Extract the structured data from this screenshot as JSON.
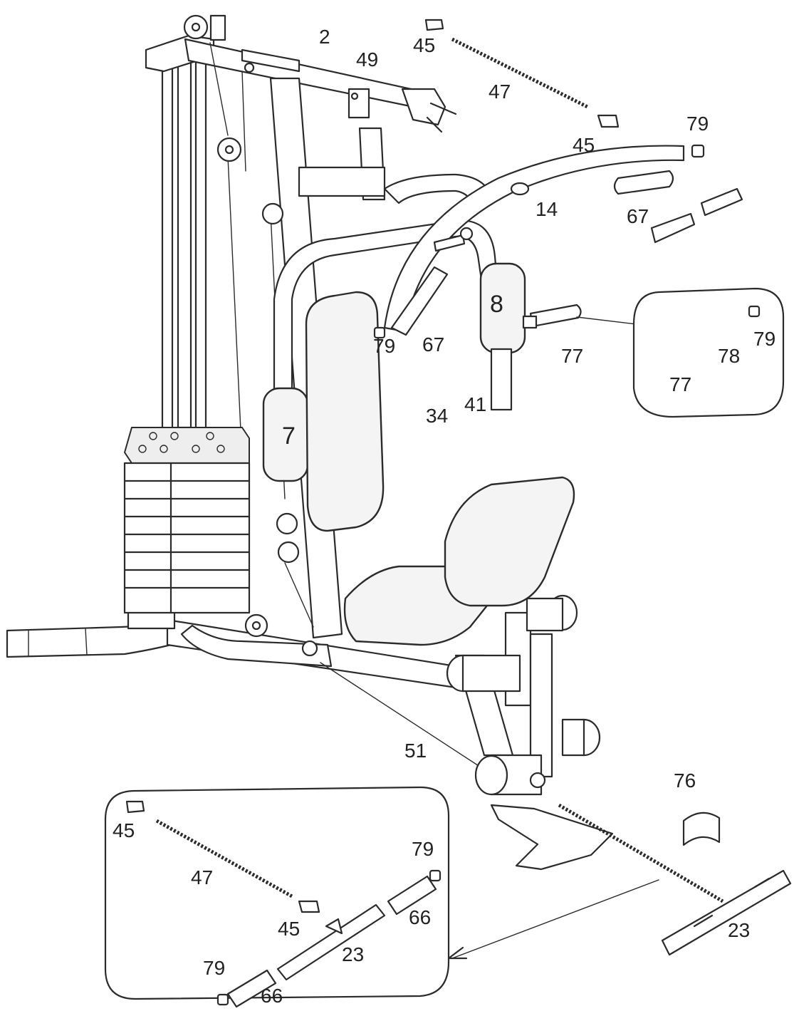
{
  "labels": {
    "p2": "2",
    "p45_top": "45",
    "p49": "49",
    "p47_top": "47",
    "p79_top": "79",
    "p45_mid": "45",
    "p14": "14",
    "p67_right": "67",
    "p8": "8",
    "p79_callout": "79",
    "p78": "78",
    "p77_callout": "77",
    "p79_center": "79",
    "p67_center": "67",
    "p77": "77",
    "p34": "34",
    "p41": "41",
    "p7": "7",
    "p51": "51",
    "p76": "76",
    "p23_right": "23",
    "p45_inset_top": "45",
    "p47_inset": "47",
    "p79_inset_top": "79",
    "p45_inset_mid": "45",
    "p66_inset_right": "66",
    "p23_inset": "23",
    "p79_inset_bottom": "79",
    "p66_inset_bottom": "66"
  },
  "colors": {
    "line": "#2b2b2b",
    "background": "#ffffff"
  }
}
